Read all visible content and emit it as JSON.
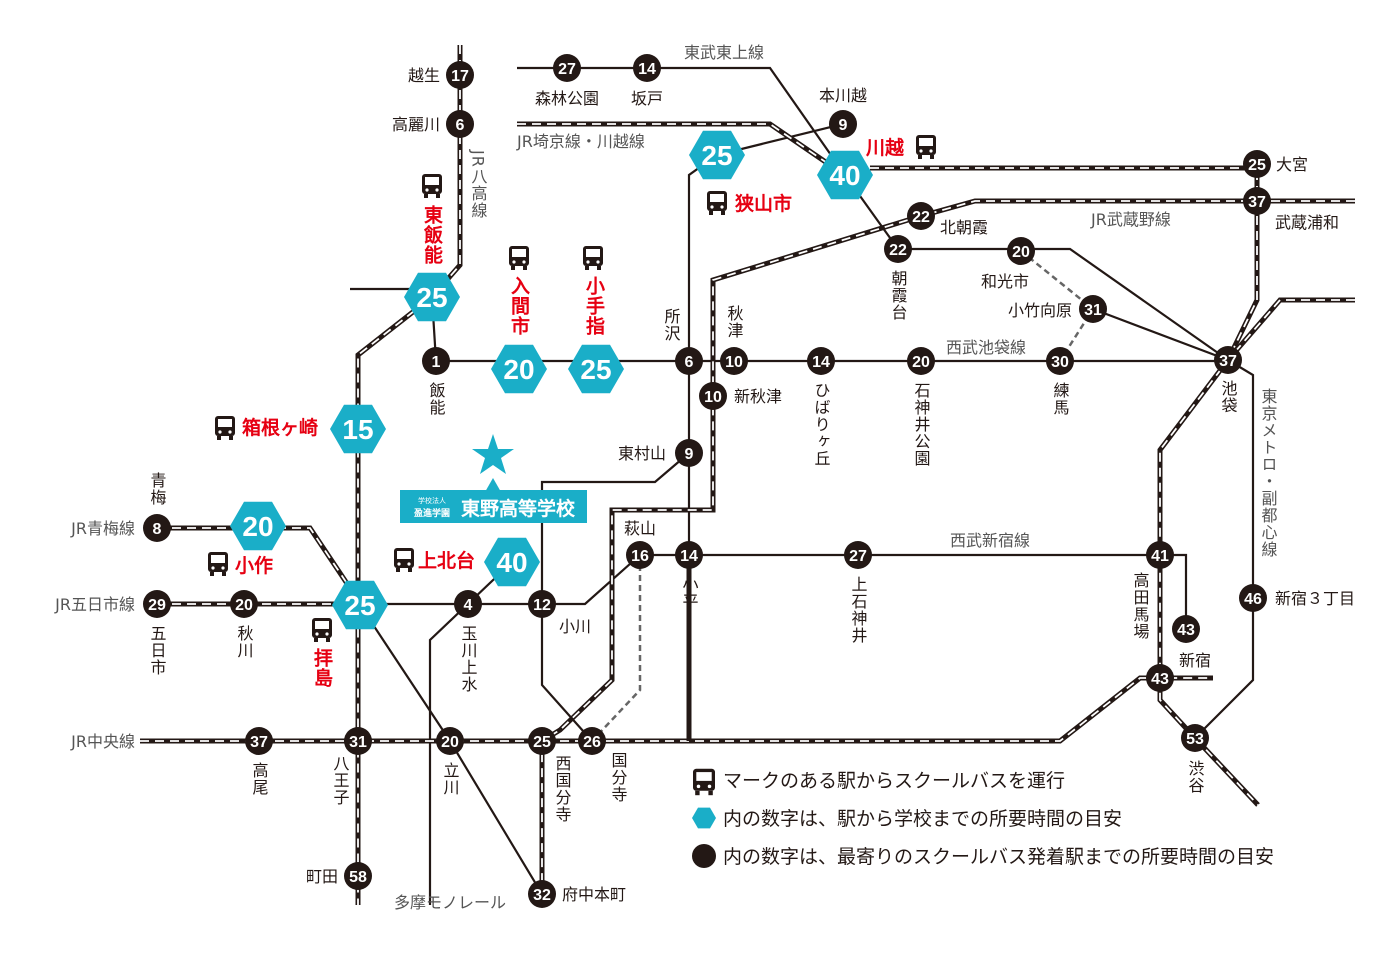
{
  "colors": {
    "hex": "#1aaec8",
    "circle": "#231815",
    "red": "#e60012"
  },
  "school": {
    "corp": "学校法人",
    "corp2": "盈進学園",
    "name": "東野高等学校"
  },
  "line_labels": [
    {
      "id": "tojo",
      "text": "東武東上線"
    },
    {
      "id": "saikyo",
      "text": "JR埼京線・川越線"
    },
    {
      "id": "hachiko",
      "text": "JR八高線"
    },
    {
      "id": "musashino",
      "text": "JR武蔵野線"
    },
    {
      "id": "ikebukuro",
      "text": "西武池袋線"
    },
    {
      "id": "shinjuku",
      "text": "西武新宿線"
    },
    {
      "id": "fukutoshin",
      "text": "東京メトロ・副都心線"
    },
    {
      "id": "ome",
      "text": "JR青梅線"
    },
    {
      "id": "itsukaichi",
      "text": "JR五日市線"
    },
    {
      "id": "chuo",
      "text": "JR中央線"
    },
    {
      "id": "monorail",
      "text": "多摩モノレール"
    }
  ],
  "stations": [
    {
      "id": "koshigo",
      "name": "越生",
      "num": "17",
      "type": "circle"
    },
    {
      "id": "komagawa",
      "name": "高麗川",
      "num": "6",
      "type": "circle"
    },
    {
      "id": "shinrinkoen",
      "name": "森林公園",
      "num": "27",
      "type": "circle"
    },
    {
      "id": "sakado",
      "name": "坂戸",
      "num": "14",
      "type": "circle"
    },
    {
      "id": "honkawagoe",
      "name": "本川越",
      "num": "9",
      "type": "circle"
    },
    {
      "id": "omiya",
      "name": "大宮",
      "num": "25",
      "type": "circle"
    },
    {
      "id": "musashiurawa",
      "name": "武蔵浦和",
      "num": "37",
      "type": "circle"
    },
    {
      "id": "kitaasaka",
      "name": "北朝霞",
      "num": "22",
      "type": "circle"
    },
    {
      "id": "asakadai",
      "name": "朝霞台",
      "num": "22",
      "type": "circle"
    },
    {
      "id": "wakoshi",
      "name": "和光市",
      "num": "20",
      "type": "circle"
    },
    {
      "id": "kotake",
      "name": "小竹向原",
      "num": "31",
      "type": "circle"
    },
    {
      "id": "ikebukuro",
      "name": "池袋",
      "num": "37",
      "type": "circle"
    },
    {
      "id": "nerima",
      "name": "練馬",
      "num": "30",
      "type": "circle"
    },
    {
      "id": "shakujii",
      "name": "石神井公園",
      "num": "20",
      "type": "circle"
    },
    {
      "id": "hibari",
      "name": "ひばりヶ丘",
      "num": "14",
      "type": "circle"
    },
    {
      "id": "akitsu",
      "name": "秋津",
      "num": "10",
      "type": "circle"
    },
    {
      "id": "tokorozawa",
      "name": "所沢",
      "num": "6",
      "type": "circle"
    },
    {
      "id": "shinakitsu",
      "name": "新秋津",
      "num": "10",
      "type": "circle"
    },
    {
      "id": "hanno",
      "name": "飯能",
      "num": "1",
      "type": "circle"
    },
    {
      "id": "higashimurayama",
      "name": "東村山",
      "num": "9",
      "type": "circle"
    },
    {
      "id": "ome",
      "name": "青梅",
      "num": "8",
      "type": "circle"
    },
    {
      "id": "hagiyama",
      "name": "萩山",
      "num": "16",
      "type": "circle"
    },
    {
      "id": "kodaira",
      "name": "小平",
      "num": "14",
      "type": "circle"
    },
    {
      "id": "kamishakujii",
      "name": "上石神井",
      "num": "27",
      "type": "circle"
    },
    {
      "id": "takadanobaba",
      "name": "高田馬場",
      "num": "41",
      "type": "circle"
    },
    {
      "id": "shinjuku",
      "name": "新宿",
      "num": "43",
      "type": "circle"
    },
    {
      "id": "shinjuku_b",
      "name": "",
      "num": "43",
      "type": "circle"
    },
    {
      "id": "shinjuku3",
      "name": "新宿３丁目",
      "num": "46",
      "type": "circle"
    },
    {
      "id": "shibuya",
      "name": "渋谷",
      "num": "53",
      "type": "circle"
    },
    {
      "id": "itsukaichi",
      "name": "五日市",
      "num": "29",
      "type": "circle"
    },
    {
      "id": "akigawa",
      "name": "秋川",
      "num": "20",
      "type": "circle"
    },
    {
      "id": "tamagawajosui",
      "name": "玉川上水",
      "num": "4",
      "type": "circle"
    },
    {
      "id": "ogawa",
      "name": "小川",
      "num": "12",
      "type": "circle"
    },
    {
      "id": "takao",
      "name": "高尾",
      "num": "37",
      "type": "circle"
    },
    {
      "id": "hachioji",
      "name": "八王子",
      "num": "31",
      "type": "circle"
    },
    {
      "id": "tachikawa",
      "name": "立川",
      "num": "20",
      "type": "circle"
    },
    {
      "id": "nishikokubunji",
      "name": "西国分寺",
      "num": "25",
      "type": "circle"
    },
    {
      "id": "kokubunji",
      "name": "国分寺",
      "num": "26",
      "type": "circle"
    },
    {
      "id": "machida",
      "name": "町田",
      "num": "58",
      "type": "circle"
    },
    {
      "id": "fuchuhonmachi",
      "name": "府中本町",
      "num": "32",
      "type": "circle"
    },
    {
      "id": "higashihanno",
      "name": "東飯能",
      "num": "25",
      "type": "hex",
      "bus": true
    },
    {
      "id": "iruma",
      "name": "入間市",
      "num": "20",
      "type": "hex",
      "bus": true
    },
    {
      "id": "kotesashi",
      "name": "小手指",
      "num": "25",
      "type": "hex",
      "bus": true
    },
    {
      "id": "hakonegasaki",
      "name": "箱根ヶ崎",
      "num": "15",
      "type": "hex",
      "bus": true
    },
    {
      "id": "ozaku",
      "name": "小作",
      "num": "20",
      "type": "hex",
      "bus": true
    },
    {
      "id": "haijima",
      "name": "拝島",
      "num": "25",
      "type": "hex",
      "bus": true
    },
    {
      "id": "kamikitadai",
      "name": "上北台",
      "num": "40",
      "type": "hex",
      "bus": true
    },
    {
      "id": "sayamashi",
      "name": "狭山市",
      "num": "25",
      "type": "hex",
      "bus": true
    },
    {
      "id": "kawagoe",
      "name": "川越",
      "num": "40",
      "type": "hex",
      "bus": true
    }
  ],
  "legend": [
    {
      "icon": "bus-icon",
      "text": "マークのある駅からスクールバスを運行"
    },
    {
      "icon": "hexagon-icon",
      "text": "内の数字は、駅から学校までの所要時間の目安"
    },
    {
      "icon": "circle-icon",
      "text": "内の数字は、最寄りのスクールバス発着駅までの所要時間の目安"
    }
  ]
}
